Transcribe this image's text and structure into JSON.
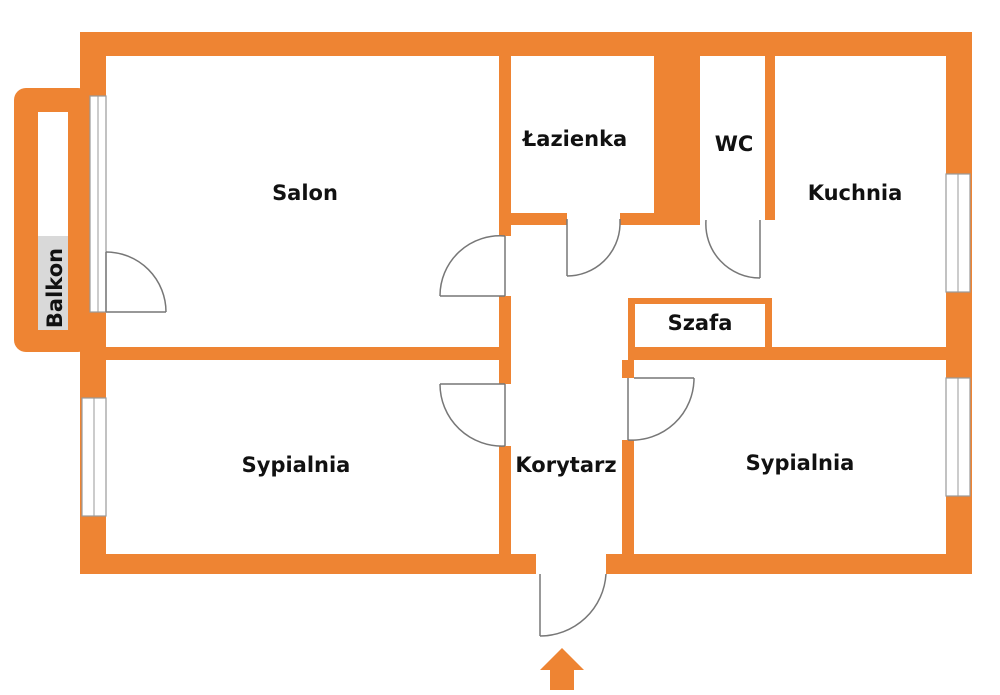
{
  "colors": {
    "wall": "#EE8433",
    "floor": "#FFFFFF",
    "balcony_floor": "#D9D9D9",
    "text": "#111111",
    "door_line": "#777777"
  },
  "rooms": {
    "salon": "Salon",
    "lazienka": "Łazienka",
    "wc": "WC",
    "kuchnia": "Kuchnia",
    "szafa": "Szafa",
    "sypialnia_left": "Sypialnia",
    "korytarz": "Korytarz",
    "sypialnia_right": "Sypialnia",
    "balkon": "Balkon"
  },
  "icons": {
    "entrance": "entrance-arrow-icon"
  }
}
